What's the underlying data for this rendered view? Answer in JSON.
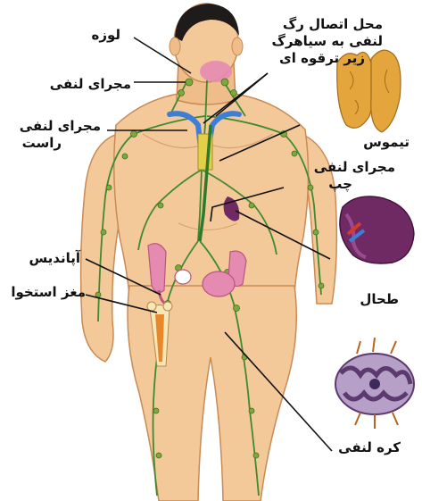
{
  "labels": {
    "tonsil": "لوزه",
    "junction_line1": "محل اتصال رگ",
    "junction_line2": "لنفی به سیاهرگ",
    "junction_line3": "زیر ترقوه ای",
    "lymph_duct": "مجرای لنفی",
    "right_duct_line1": "مجرای لنفی",
    "right_duct_line2": "راست",
    "thymus": "تیموس",
    "left_duct_line1": "مجرای لنفی",
    "left_duct_line2": "چپ",
    "appendix": "آپاندیس",
    "bone_marrow": "مغز استخوا",
    "spleen": "طحال",
    "lymph_node": "کره لنفی"
  },
  "colors": {
    "skin": "#f4c99a",
    "skin_shade": "#e2a56f",
    "lymph_vessel": "#3f8a2f",
    "lymph_node": "#7ea83a",
    "vein_blue": "#3d7fd6",
    "artery_red": "#d23b2e",
    "thymus": "#e3a53c",
    "spleen": "#6f2a63",
    "appendix_intestine": "#e58bb2",
    "hair": "#1e1b1a"
  }
}
